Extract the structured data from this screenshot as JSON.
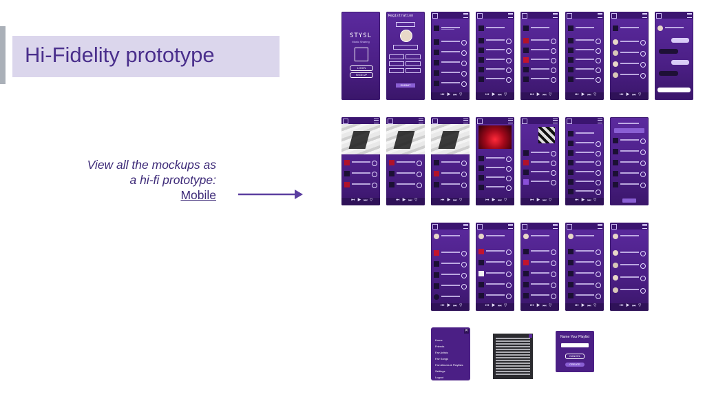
{
  "slide": {
    "title": "Hi-Fidelity prototype",
    "caption_line1": "View all the mockups as",
    "caption_line2": "a hi-fi prototype:",
    "link_label": "Mobile"
  },
  "colors": {
    "accent": "#4a2f8c",
    "title_bg": "#dbd6ec",
    "phone_bg": "#4b1f85",
    "arrow": "#5b3ea0"
  },
  "splash": {
    "app_name": "STYSL",
    "tagline": "Music Sharing",
    "login": "LOGIN",
    "signup": "SIGN UP"
  },
  "registration": {
    "title": "Registration",
    "upload": "UPLOAD PIC",
    "submit": "SUBMIT"
  },
  "side_menu": {
    "items": [
      "Home",
      "Friends",
      "Fav Artists",
      "Fav Songs",
      "Fav Albums & Playlists",
      "Settings",
      "Logout"
    ]
  },
  "name_dialog": {
    "title": "Name Your Playlist",
    "cancel": "CANCEL",
    "create": "CREATE"
  }
}
